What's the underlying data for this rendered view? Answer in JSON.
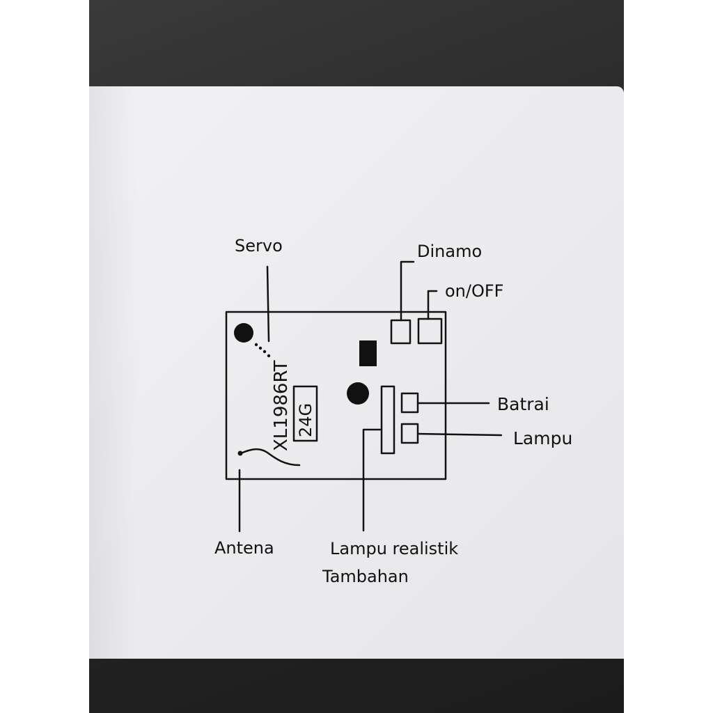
{
  "colors": {
    "ink": "#111111",
    "paper": "#ededf0",
    "background": "#2a2a2a"
  },
  "labels": {
    "servo": "Servo",
    "dinamo": "Dinamo",
    "on_off": "on/OFF",
    "batrai": "Batrai",
    "lampu": "Lampu",
    "antena": "Antena",
    "lampu_realistik": "Lampu realistik",
    "tambahan": "Tambahan"
  },
  "board": {
    "model": "XL1986RT",
    "frequency": "24G"
  }
}
